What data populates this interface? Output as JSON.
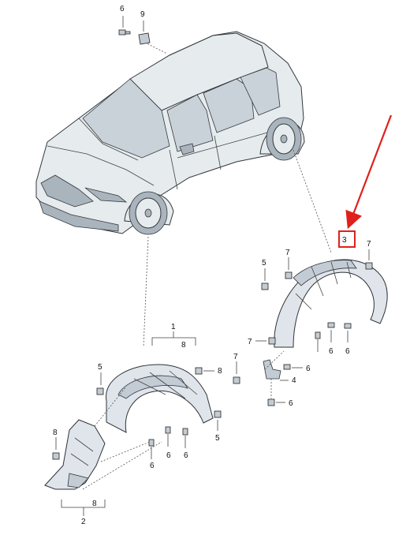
{
  "callouts": {
    "c_6_top": "6",
    "c_9_top": "9",
    "c_1": "1",
    "c_8_group1": "8",
    "c_5_left": "5",
    "c_8_mid": "8",
    "c_5_right": "5",
    "c_6_a": "6",
    "c_6_b": "6",
    "c_6_c": "6",
    "c_8_left": "8",
    "c_2": "2",
    "c_8_group2": "8",
    "c_3": "3",
    "c_7_top_right": "7",
    "c_5_rear": "5",
    "c_7_rear": "7",
    "c_7_left_rear": "7",
    "c_7_bracket": "7",
    "c_6_rear_a": "6",
    "c_6_rear_b": "6",
    "c_6_bracket": "6",
    "c_4": "4",
    "c_6_bottom": "6"
  },
  "highlight_color": "#e0201b"
}
